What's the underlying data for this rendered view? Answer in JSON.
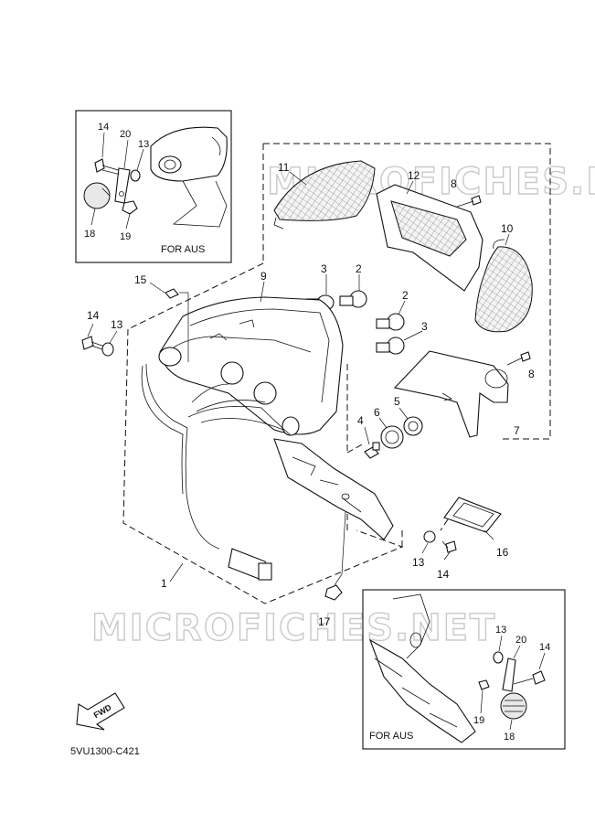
{
  "watermarks": [
    "MICROFICHES.NET",
    "MICROFICHES.NET"
  ],
  "inset_top": {
    "caption": "FOR AUS",
    "labels": [
      "14",
      "20",
      "13",
      "18",
      "19"
    ]
  },
  "inset_bottom": {
    "caption": "FOR AUS",
    "labels": [
      "13",
      "20",
      "14",
      "19",
      "18"
    ]
  },
  "callouts": {
    "p1": "1",
    "p2a": "2",
    "p2b": "2",
    "p3a": "3",
    "p3b": "3",
    "p4": "4",
    "p5": "5",
    "p6": "6",
    "p7": "7",
    "p8a": "8",
    "p8b": "8",
    "p9": "9",
    "p10": "10",
    "p11": "11",
    "p12": "12",
    "p13a": "13",
    "p13b": "13",
    "p14a": "14",
    "p14b": "14",
    "p15": "15",
    "p16": "16",
    "p17": "17"
  },
  "fwd_label": "FWD",
  "diagram_code": "5VU1300-C421"
}
